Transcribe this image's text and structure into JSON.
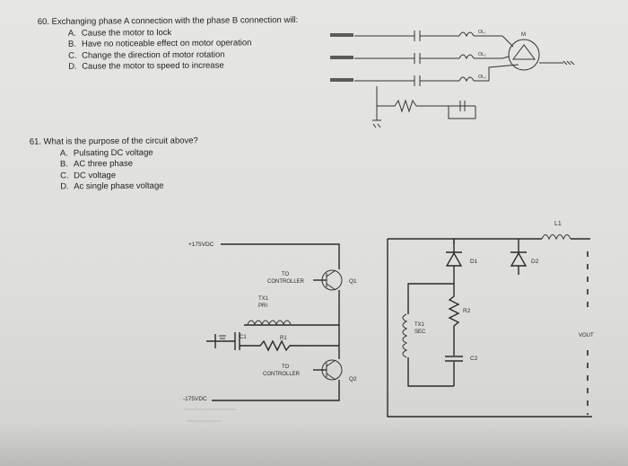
{
  "q60": {
    "stem": "60. Exchanging phase A connection with the phase B connection will:",
    "options": [
      {
        "letter": "A.",
        "text": "Cause the motor to lock"
      },
      {
        "letter": "B.",
        "text": "Have no noticeable effect on motor operation"
      },
      {
        "letter": "C.",
        "text": "Change the direction of motor rotation"
      },
      {
        "letter": "D.",
        "text": "Cause the motor to speed to increase"
      }
    ]
  },
  "q61": {
    "stem": "61. What is the purpose of the circuit above?",
    "options": [
      {
        "letter": "A.",
        "text": "Pulsating DC voltage"
      },
      {
        "letter": "B.",
        "text": "AC three phase"
      },
      {
        "letter": "C.",
        "text": "DC voltage"
      },
      {
        "letter": "D.",
        "text": "Ac single phase voltage"
      }
    ]
  },
  "diagram1": {
    "motor_label": "M",
    "ol_labels": [
      "OL₁",
      "OL₂",
      "OL₃"
    ]
  },
  "diagram2": {
    "v_top": "+175VDC",
    "v_bottom": "-175VDC",
    "to_controller_1": [
      "TO",
      "CONTROLLER"
    ],
    "to_controller_2": [
      "TO",
      "CONTROLLER"
    ],
    "tx1_pri": [
      "TX1",
      "PRI"
    ],
    "tx1_sec": [
      "TX1",
      "SEC"
    ],
    "q1": "Q1",
    "q2": "Q2",
    "c1": "C1",
    "r1": "R1",
    "r2": "R2",
    "c2": "C2",
    "d1": "D1",
    "d2": "D2",
    "l1": "L1",
    "vout": "VOUT"
  }
}
